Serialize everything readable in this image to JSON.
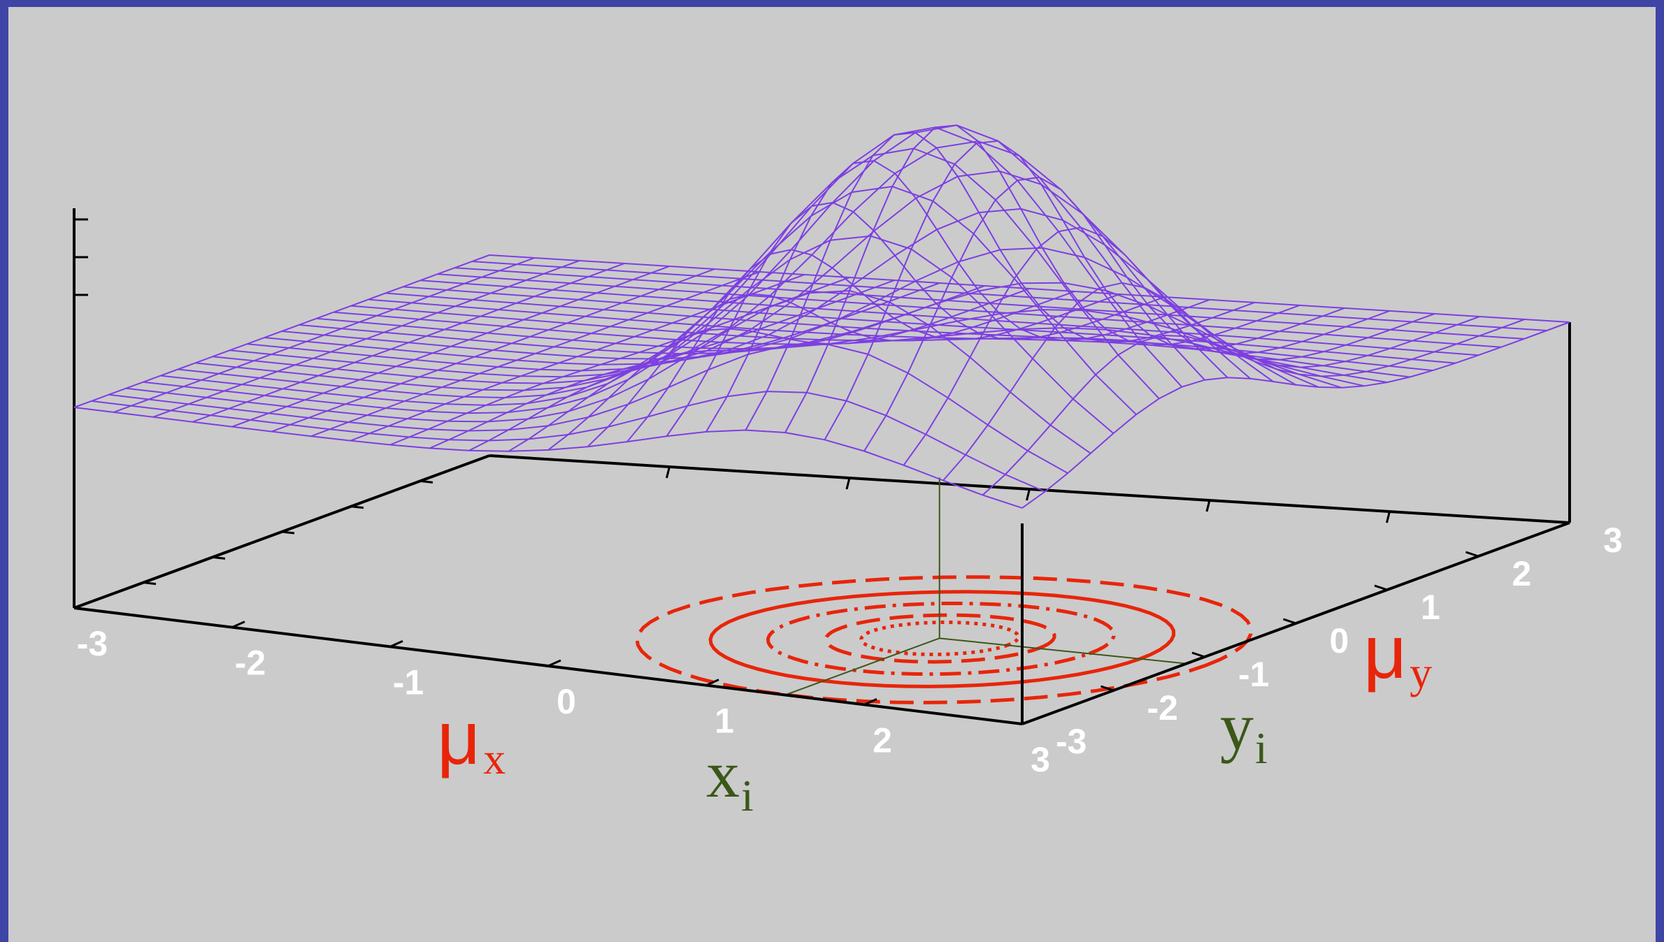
{
  "colors": {
    "frame": "#3e45a5",
    "background": "#cbcbcb",
    "surface": "#7d3fe1",
    "contour": "#e8250a",
    "axis": "#000000",
    "tick_text": "#ffffff",
    "sample_axes": "#3b5718"
  },
  "chart_data": {
    "type": "surface",
    "title": "",
    "xlim": [
      -3,
      3
    ],
    "ylim": [
      -3,
      3
    ],
    "grid": false,
    "legend": "none",
    "x_ticks": [
      "-3",
      "-2",
      "-1",
      "0",
      "1",
      "2",
      "3"
    ],
    "y_ticks": [
      "-3",
      "-2",
      "-1",
      "0",
      "1",
      "2",
      "3"
    ],
    "x_axis_label": {
      "main": "μ",
      "sub": "x"
    },
    "y_axis_label": {
      "main": "μ",
      "sub": "y"
    },
    "sample_point_labels": {
      "x": {
        "main": "x",
        "sub": "i"
      },
      "y": {
        "main": "y",
        "sub": "i"
      }
    },
    "sample_point": {
      "x": 1.5,
      "y": -1.2
    },
    "surface": {
      "function": "gaussian",
      "center": [
        1.5,
        -1.2
      ],
      "sigma": [
        0.9,
        1.0
      ],
      "grid_x": [
        -3,
        -2.75,
        -2.5,
        -2.25,
        -2,
        -1.75,
        -1.5,
        -1.25,
        -1,
        -0.75,
        -0.5,
        -0.25,
        0,
        0.25,
        0.5,
        0.75,
        1,
        1.25,
        1.5,
        1.75,
        2,
        2.25,
        2.5,
        2.75,
        3
      ],
      "grid_y": [
        -3,
        -2.75,
        -2.5,
        -2.25,
        -2,
        -1.75,
        -1.5,
        -1.25,
        -1,
        -0.75,
        -0.5,
        -0.25,
        0,
        0.25,
        0.5,
        0.75,
        1,
        1.25,
        1.5,
        1.75,
        2,
        2.25,
        2.5,
        2.75,
        3
      ]
    },
    "contours": [
      {
        "level": 0.2,
        "style": "dashed"
      },
      {
        "level": 0.4,
        "style": "solid"
      },
      {
        "level": 0.6,
        "style": "dash-dot"
      },
      {
        "level": 0.8,
        "style": "dashed"
      },
      {
        "level": 0.9,
        "style": "dotted"
      }
    ]
  }
}
